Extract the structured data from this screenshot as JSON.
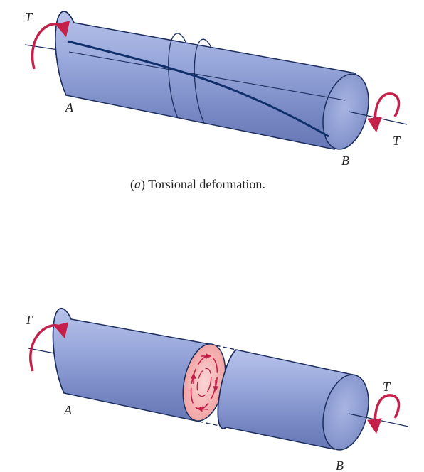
{
  "figure_a": {
    "torque_left": "T",
    "torque_right": "T",
    "end_a": "A",
    "end_b": "B",
    "caption_prefix": "(",
    "caption_letter": "a",
    "caption_text": ") Torsional deformation."
  },
  "figure_b": {
    "torque_left": "T",
    "torque_right": "T",
    "end_a": "A",
    "end_b": "B"
  },
  "colors": {
    "shaft_fill": "#8fa0d6",
    "shaft_outline": "#1c2e5e",
    "torque_arrow": "#c4204a",
    "twist_line": "#0f2f6b",
    "section_face": "#f4b8b8"
  }
}
